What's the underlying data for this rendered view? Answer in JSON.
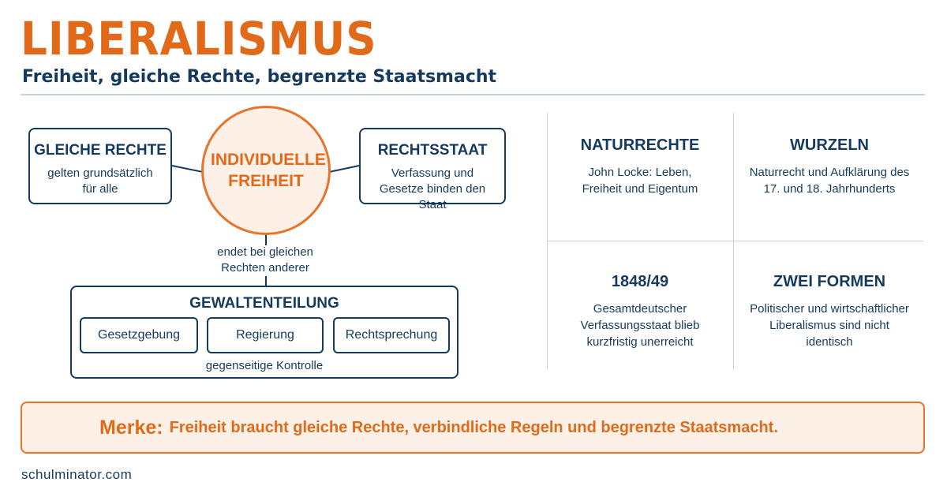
{
  "header": {
    "title": "LIBERALISMUS",
    "subtitle": "Freiheit, gleiche Rechte, begrenzte Staatsmacht"
  },
  "diagram": {
    "center": "INDIVIDUELLE FREIHEIT",
    "left_box": {
      "title": "GLEICHE RECHTE",
      "text": "gelten grundsätzlich für alle"
    },
    "right_box": {
      "title": "RECHTSSTAAT",
      "text": "Verfassung und Gesetze binden den Staat"
    },
    "link_label": "endet bei gleichen Rechten anderer",
    "separation": {
      "title": "GEWALTENTEILUNG",
      "branches": [
        "Gesetzgebung",
        "Regierung",
        "Rechtsprechung"
      ],
      "note": "gegenseitige Kontrolle"
    }
  },
  "facts": [
    {
      "title": "NATURRECHTE",
      "text": "John Locke: Leben, Freiheit und Eigentum"
    },
    {
      "title": "WURZELN",
      "text": "Naturrecht und Aufklärung des 17. und 18. Jahrhunderts"
    },
    {
      "title": "1848/49",
      "text": "Gesamtdeutscher Verfassungsstaat blieb kurzfristig unerreicht"
    },
    {
      "title": "ZWEI FORMEN",
      "text": "Politischer und wirtschaftlicher Liberalismus sind nicht identisch"
    }
  ],
  "merke": {
    "label": "Merke:",
    "text": "Freiheit braucht gleiche Rechte, verbindliche Regeln und begrenzte Staatsmacht."
  },
  "footer": "schulminator.com",
  "colors": {
    "accent": "#e06a1a",
    "navy": "#163a5c",
    "accent_fill": "#fdf0e6",
    "divider": "#c9d1dc"
  }
}
